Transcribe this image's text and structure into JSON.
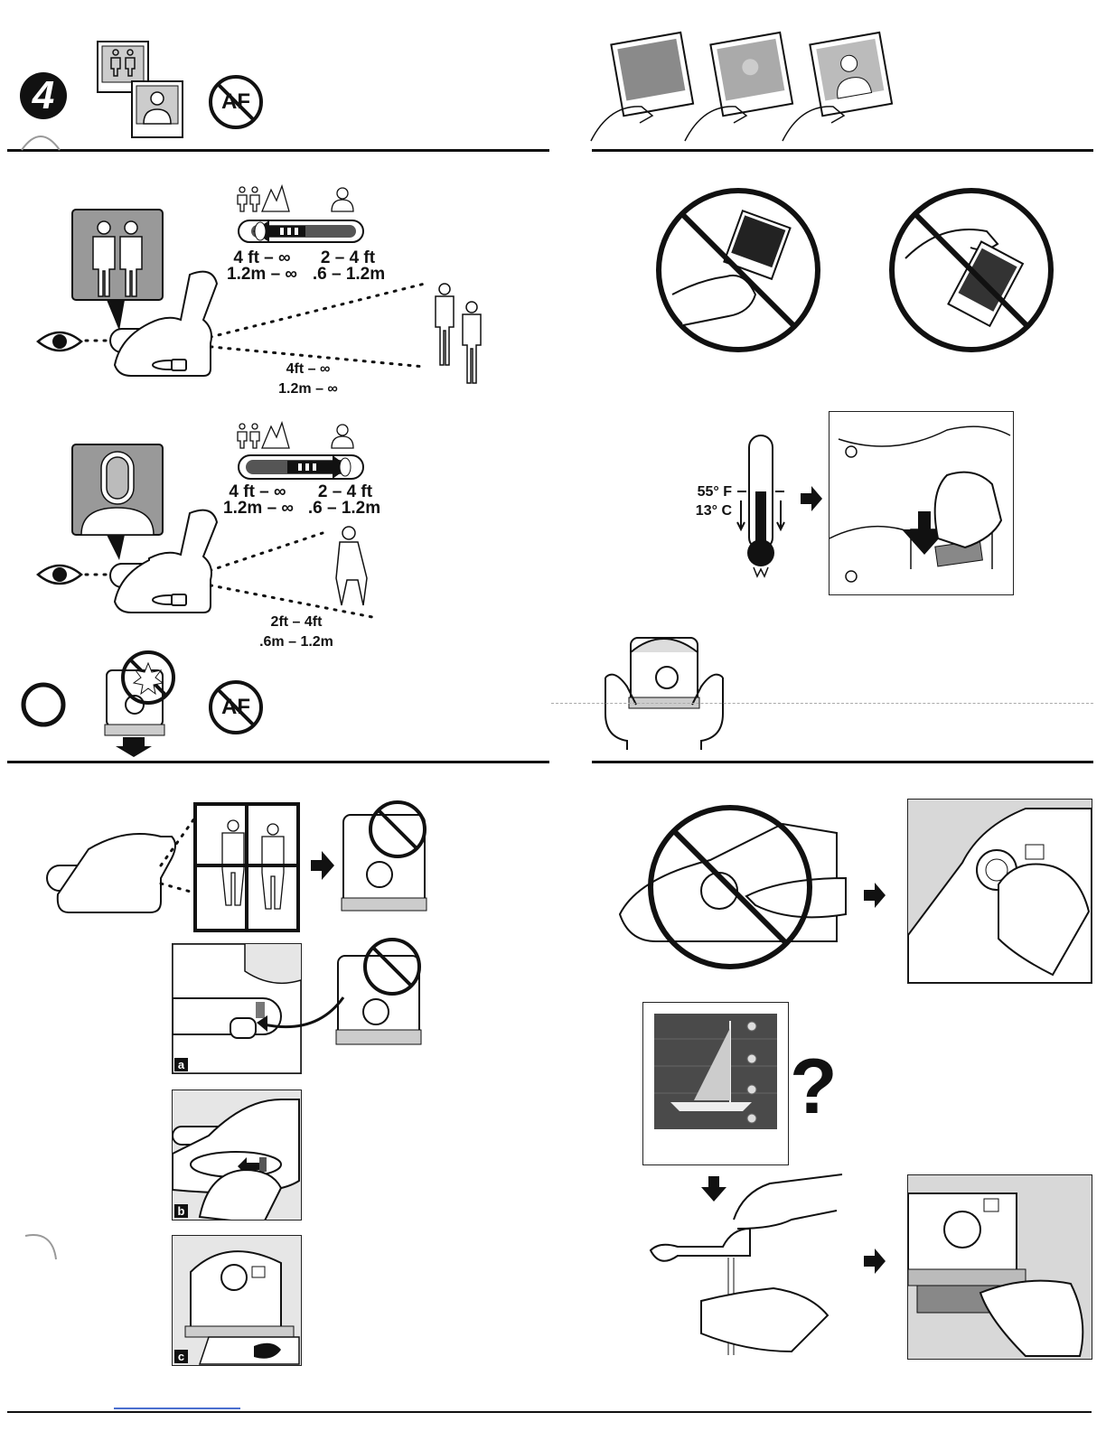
{
  "section4": {
    "step_number": "4",
    "af_off_label": "AF"
  },
  "range_slider_1": {
    "far_label_1": "4 ft – ∞",
    "far_label_2": "1.2m – ∞",
    "near_label_1": "2 – 4 ft",
    "near_label_2": ".6 – 1.2m",
    "distance_label_1": "4ft – ∞",
    "distance_label_2": "1.2m – ∞"
  },
  "range_slider_2": {
    "far_label_1": "4 ft – ∞",
    "far_label_2": "1.2m – ∞",
    "near_label_1": "2 – 4 ft",
    "near_label_2": ".6 – 1.2m",
    "distance_label_1": "2ft – 4ft",
    "distance_label_2": ".6m – 1.2m"
  },
  "section_flash": {
    "af_off_label": "AF"
  },
  "steps": {
    "a": "a",
    "b": "b",
    "c": "c"
  },
  "thermometer": {
    "fahrenheit": "55° F",
    "celsius": "13° C"
  },
  "troubleshoot": {
    "question_mark": "?"
  }
}
